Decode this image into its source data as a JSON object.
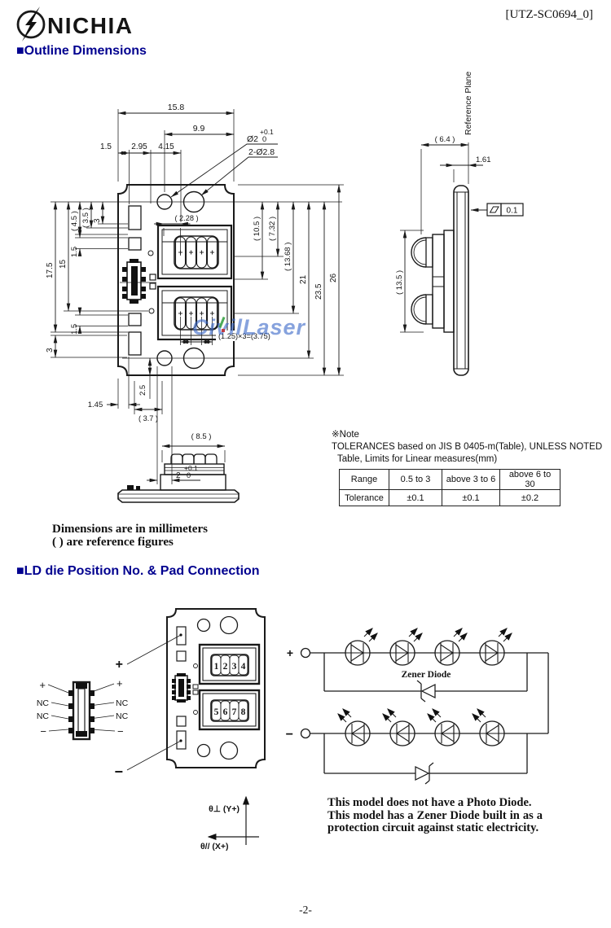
{
  "header": {
    "brand": "NICHIA",
    "doc_code": "[UTZ-SC0694_0]"
  },
  "headings": {
    "outline": "■Outline Dimensions",
    "ld_die": "■LD die Position No. & Pad Connection"
  },
  "watermark": "CivilLaser",
  "front_view": {
    "dims": {
      "total_width": "15.8",
      "hole_pitch": "9.9",
      "offset_15": "1.5",
      "offset_295": "2.95",
      "offset_415": "4.15",
      "hole_dia_base": "Ø2",
      "hole_dia_zero": "0",
      "hole_tol_plus": "+0.1",
      "hole2_label": "2-Ø2.8",
      "win_ref": "( 2.28 )",
      "left_45": "( 4.5 )",
      "left_35": "( 3.5 )",
      "left_3": "3",
      "left_15_small_upper": "1.5",
      "left_15": "15",
      "left_175": "17.5",
      "left_15_small_lower": "1.5",
      "left_3_bottom": "3",
      "right_105": "( 10.5 )",
      "right_732": "( 7.32 )",
      "right_1368": "( 13.68 )",
      "right_21": "21",
      "right_235": "23.5",
      "right_26": "26",
      "pitch_expr": "(1.25)×3=(3.75)",
      "bot_145": "1.45",
      "bot_25": "2.5",
      "bot_2": "2",
      "bot_2_zero": "0",
      "bot_tol_plus": "+0.1",
      "bot_37": "( 3.7 )"
    }
  },
  "side_view": {
    "reference_plane": "Reference Plane",
    "depth": "( 6.4 )",
    "plate_thickness": "1.61",
    "flatness": "0.1",
    "lens_span": "( 13.5 )"
  },
  "bottom_view": {
    "width": "( 8.5 )"
  },
  "note": {
    "title": "※Note",
    "line1": "TOLERANCES based on JIS B 0405-m(Table), UNLESS NOTED",
    "line2": "Table, Limits for Linear measures(mm)",
    "table": {
      "headers": [
        "Range",
        "0.5 to 3",
        "above 3 to 6",
        "above 6 to 30"
      ],
      "row_label": "Tolerance",
      "values": [
        "±0.1",
        "±0.1",
        "±0.2"
      ]
    }
  },
  "units_note": {
    "line1": "Dimensions are in millimeters",
    "line2": "( ) are reference figures"
  },
  "pad_connection": {
    "left_labels": [
      "+",
      "NC",
      "NC",
      "−"
    ],
    "right_labels": [
      "+",
      "NC",
      "NC",
      "−"
    ],
    "anode": "+",
    "cathode": "−",
    "die_numbers_top": [
      "1",
      "2",
      "3",
      "4"
    ],
    "die_numbers_bottom": [
      "5",
      "6",
      "7",
      "8"
    ]
  },
  "circuit": {
    "plus": "+",
    "minus": "−",
    "zener_label": "Zener Diode"
  },
  "axis": {
    "y_label": "θ⊥ (Y+)",
    "x_label": "θ// (X+)"
  },
  "description": [
    "This model does not have a Photo Diode.",
    "This model has a Zener Diode built in as a",
    "protection circuit against static electricity."
  ],
  "page_number": "-2-"
}
